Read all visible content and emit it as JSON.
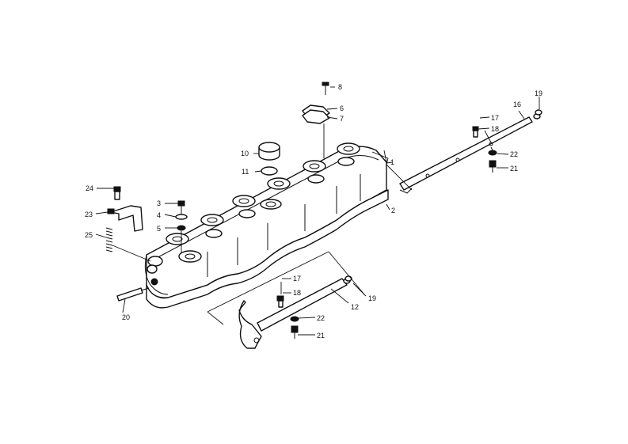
{
  "callouts": [
    {
      "id": "c1",
      "text": "1"
    },
    {
      "id": "c2",
      "text": "2"
    },
    {
      "id": "c3",
      "text": "3"
    },
    {
      "id": "c4",
      "text": "4"
    },
    {
      "id": "c5",
      "text": "5"
    },
    {
      "id": "c6",
      "text": "6"
    },
    {
      "id": "c7",
      "text": "7"
    },
    {
      "id": "c8",
      "text": "8"
    },
    {
      "id": "c10",
      "text": "10"
    },
    {
      "id": "c11",
      "text": "11"
    },
    {
      "id": "c12",
      "text": "12"
    },
    {
      "id": "c16",
      "text": "16"
    },
    {
      "id": "c17a",
      "text": "17"
    },
    {
      "id": "c17b",
      "text": "17"
    },
    {
      "id": "c18a",
      "text": "18"
    },
    {
      "id": "c18b",
      "text": "18"
    },
    {
      "id": "c19a",
      "text": "19"
    },
    {
      "id": "c19b",
      "text": "19"
    },
    {
      "id": "c20",
      "text": "20"
    },
    {
      "id": "c21a",
      "text": "21"
    },
    {
      "id": "c21b",
      "text": "21"
    },
    {
      "id": "c22a",
      "text": "22"
    },
    {
      "id": "c22b",
      "text": "22"
    },
    {
      "id": "c23",
      "text": "23"
    },
    {
      "id": "c24",
      "text": "24"
    },
    {
      "id": "c25",
      "text": "25"
    }
  ]
}
